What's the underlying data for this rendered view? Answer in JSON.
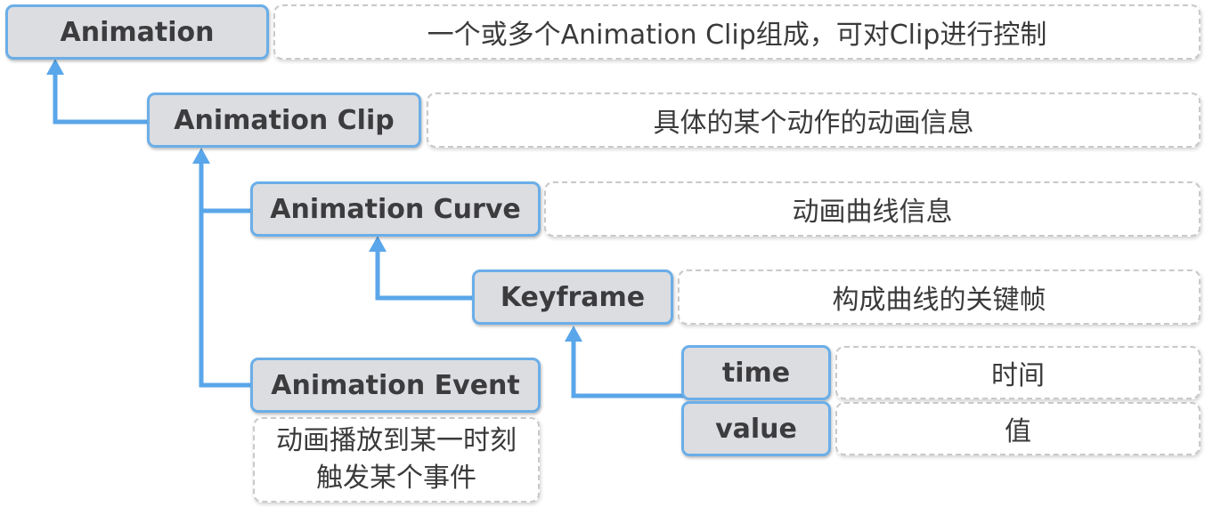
{
  "nodes": {
    "animation": {
      "label": "Animation",
      "desc": "一个或多个Animation Clip组成，可对Clip进行控制"
    },
    "clip": {
      "label": "Animation Clip",
      "desc": "具体的某个动作的动画信息"
    },
    "curve": {
      "label": "Animation Curve",
      "desc": "动画曲线信息"
    },
    "keyframe": {
      "label": "Keyframe",
      "desc": "构成曲线的关键帧"
    },
    "time": {
      "label": "time",
      "desc": "时间"
    },
    "value": {
      "label": "value",
      "desc": "值"
    },
    "event": {
      "label": "Animation Event",
      "desc_lines": [
        "动画播放到某一时刻",
        "触发某个事件"
      ]
    }
  },
  "colors": {
    "connector": "#5aa6ea",
    "node_fill": "#dcdde0",
    "node_border": "#6aaee8",
    "desc_border": "#c9c9c9"
  }
}
